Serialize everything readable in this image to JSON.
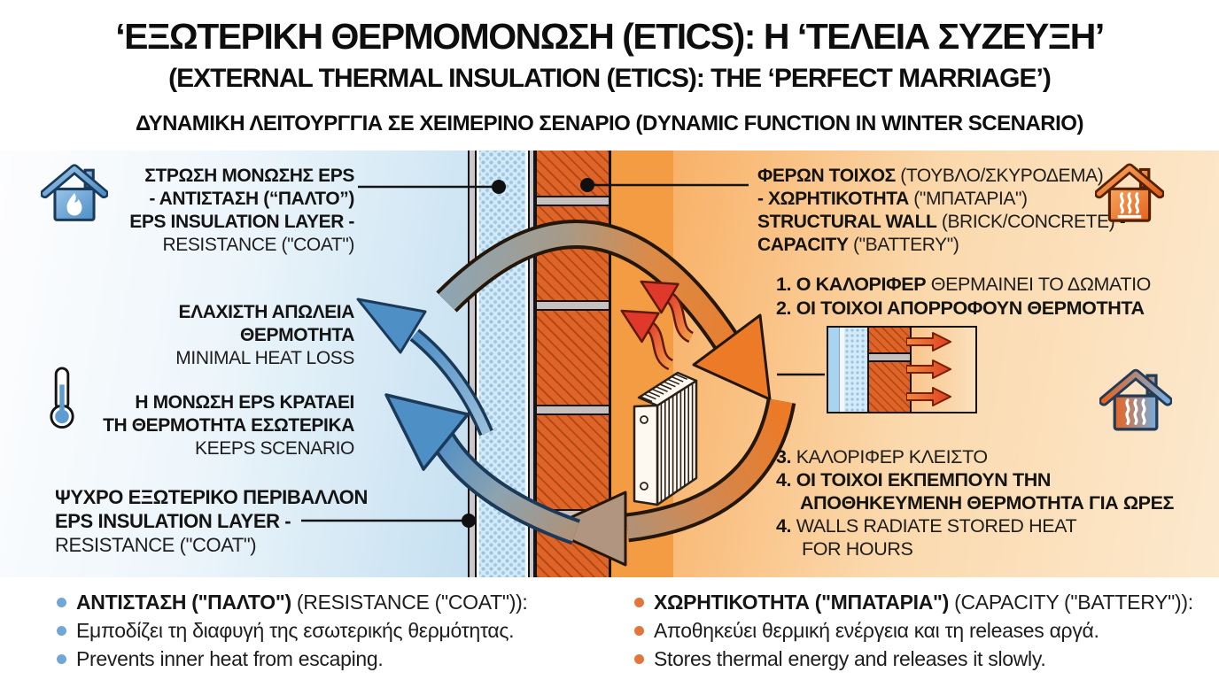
{
  "title": {
    "line1": "‘ΕΞΩΤΕΡΙΚΗ ΘΕΡΜΟΜΟΝΩΣΗ (ETICS): Η ‘ΤΕΛΕΙΑ ΣΥΖΕΥΞΗ’",
    "line2": "(EXTERNAL THERMAL INSULATION (ETICS): THE ‘PERFECT MARRIAGE’)",
    "line3": "ΔΥΝΑΜΙΚΗ ΛΕΙΤΟΥΡΓΓΙΑ ΣΕ ΧΕΙΜΕΡΙΝΟ ΣΕΝΑΡΙΟ (DYNAMIC FUNCTION IN WINTER SCENARIO)"
  },
  "wall_labels": {
    "eps_top": {
      "l1": "ΣΤΡΩΣΗ ΜΟΝΩΣΗΣ EPS",
      "l2": "- ΑΝΤΙΣΤΑΣΗ (“ΠΑΛΤΟ”)",
      "l3": "EPS INSULATION LAYER -",
      "l4": "RESISTANCE (\"COAT\")"
    },
    "heat_loss": {
      "l1": "ΕΛΑΧΙΣΤΗ ΑΠΩΛΕΙΑ",
      "l2": "ΘΕΡΜΟΤΗΤΑ",
      "l3": "MINIMAL HEAT LOSS"
    },
    "keeps": {
      "l1": "Η ΜΟΝΩΣΗ EPS ΚΡΑΤΑΕΙ",
      "l2": "ΤΗ ΘΕΡΜΟΤΗΤΑ ΕΣΩΤΕΡΙΚΑ",
      "l3": "KEEPS SCENARIO"
    },
    "cold_outside": {
      "l1": "ΨΥΧΡΟ ΕΞΩΤΕΡΙΚΟ ΠΕΡΙΒΑΛΛΟΝ",
      "l2": "EPS INSULATION LAYER -",
      "l3": "RESISTANCE (\"COAT\")"
    },
    "structural": {
      "l1_bold": "ΦΕΡΩΝ ΤΟΙΧΟΣ",
      "l1_rest": " (ΤΟΥΒΛΟ/ΣΚΥΡΟΔΕΜΑ)",
      "l2_bold": "- ΧΩΡΗΤΙΚΟΤΗΤΑ",
      "l2_rest": " (\"ΜΠΑΤΑΡΙΑ\")",
      "l3_bold": "STRUCTURAL WALL",
      "l3_rest": " (BRICK/CONCRETE) -",
      "l4_bold": "CAPACITY",
      "l4_rest": " (\"BATTERY\")"
    }
  },
  "steps": {
    "s1_bold": "1. Ο ΚΑΛΟΡΙΦΕΡ",
    "s1_rest": " ΘΕΡΜΑΙΝΕΙ ΤΟ ΔΩΜΑΤΙΟ",
    "s2_bold": "2. ΟΙ ΤΟΙΧΟΙ ΑΠΟΡΡΟΦΟΥΝ ΘΕΡΜΟΤΗΤΑ",
    "s3_bold": "3.",
    "s3_rest": " ΚΑΛΟΡΙΦΕΡ ΚΛΕΙΣΤΟ",
    "s4a_bold": "4. ΟΙ ΤΟΙΧΟΙ ΕΚΠΕΜΠΟΥΝ ΤΗΝ",
    "s4a2_bold": "ΑΠΟΘΗΚΕΥΜΕΝΗ ΘΕΡΜΟΤΗΤΑ ΓΙΑ ΩΡΕΣ",
    "s4b_bold": "4.",
    "s4b_rest": " WALLS RADIATE STORED HEAT",
    "s4b2": "FOR HOURS"
  },
  "footer": {
    "resistance": {
      "head_bold": "ΑΝΤΙΣΤΑΣΗ (\"ΠΑΛΤΟ\")",
      "head_rest": " (RESISTANCE (\"COAT\")):",
      "point1": "Εμποδίζει τη διαφυγή της εσωτερικής θερμότητας.",
      "point2": "Prevents inner heat from escaping."
    },
    "capacity": {
      "head_bold": "ΧΩΡΗΤΙΚΟΤΗΤΑ (\"ΜΠΑΤΑΡΙΑ\")",
      "head_rest": " (CAPACITY (\"BATTERY\")):",
      "point1": "Αποθηκεύει θερμική ενέργεια και τη releases αργά.",
      "point2": "Stores thermal energy and releases it slowly."
    }
  },
  "icons": {
    "top_left": "house-flame-icon",
    "top_right": "house-heat-icon",
    "mid_left": "thermometer-icon",
    "mid_right": "house-gradient-icon",
    "center": "radiator-icon"
  },
  "colors": {
    "cold_accent": "#5B9BD5",
    "warm_accent": "#EC7A26",
    "brick": "#DE6527",
    "eps": "#D3EAF8",
    "bullet_blue": "#6FA8D6",
    "bullet_orange": "#E2763B",
    "text": "#141414"
  }
}
